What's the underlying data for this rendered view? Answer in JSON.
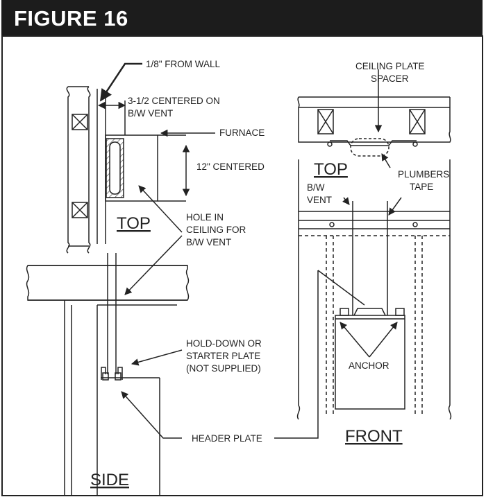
{
  "figure_title": "FIGURE 16",
  "labels": {
    "from_wall": "1/8\" FROM WALL",
    "centered_line1": "3-1/2 CENTERED ON",
    "centered_line2": "B/W VENT",
    "furnace": "FURNACE",
    "twelve_centered": "12\" CENTERED",
    "top_left": "TOP",
    "hole_line1": "HOLE IN",
    "hole_line2": "CEILING FOR",
    "hole_line3": "B/W VENT",
    "holddown_line1": "HOLD-DOWN OR",
    "holddown_line2": "STARTER PLATE",
    "holddown_line3": "(NOT SUPPLIED)",
    "header_plate": "HEADER PLATE",
    "side": "SIDE",
    "ceiling_spacer_line1": "CEILING PLATE",
    "ceiling_spacer_line2": "SPACER",
    "top_right": "TOP",
    "plumbers_line1": "PLUMBERS",
    "plumbers_line2": "TAPE",
    "bw_vent_line1": "B/W",
    "bw_vent_line2": "VENT",
    "anchor": "ANCHOR",
    "front": "FRONT"
  },
  "colors": {
    "title_bar": "#1c1c1c",
    "title_text": "#ffffff",
    "ink": "#222222",
    "hatch": "#555555"
  }
}
